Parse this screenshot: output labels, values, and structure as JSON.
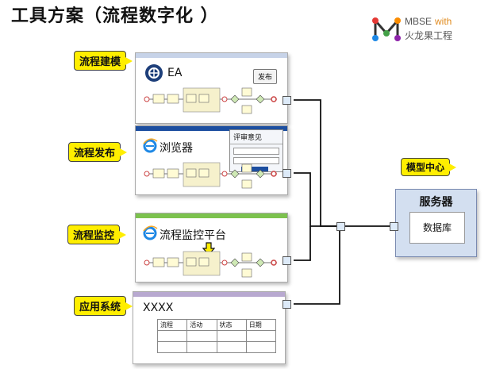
{
  "title": "工具方案（流程数字化 ）",
  "logo": {
    "brand": "MBSE",
    "with": "with",
    "company": "火龙果工程"
  },
  "tags": {
    "modeling": "流程建模",
    "publish": "流程发布",
    "monitor": "流程监控",
    "appsys": "应用系统",
    "modelcenter": "模型中心"
  },
  "panels": {
    "ea": {
      "app": "EA",
      "button": "发布"
    },
    "browser": {
      "app": "浏览器",
      "comment_title": "评审意见"
    },
    "monitor": {
      "app": "流程监控平台"
    },
    "appsys": {
      "app": "XXXX",
      "headers": [
        "流程",
        "活动",
        "状态",
        "日期"
      ],
      "rows": [
        [
          "",
          "",
          "",
          ""
        ],
        [
          "",
          "",
          "",
          ""
        ]
      ]
    }
  },
  "server": {
    "title": "服务器",
    "db": "数据库"
  },
  "colors": {
    "tag": "#ffee00",
    "browser_bar": "#1d4fa0",
    "monitor_bar": "#7cc24e",
    "appsys_bar": "#b8a9d0",
    "ea_bar": "#c7d3e8",
    "server_bg": "#d3dff0"
  }
}
